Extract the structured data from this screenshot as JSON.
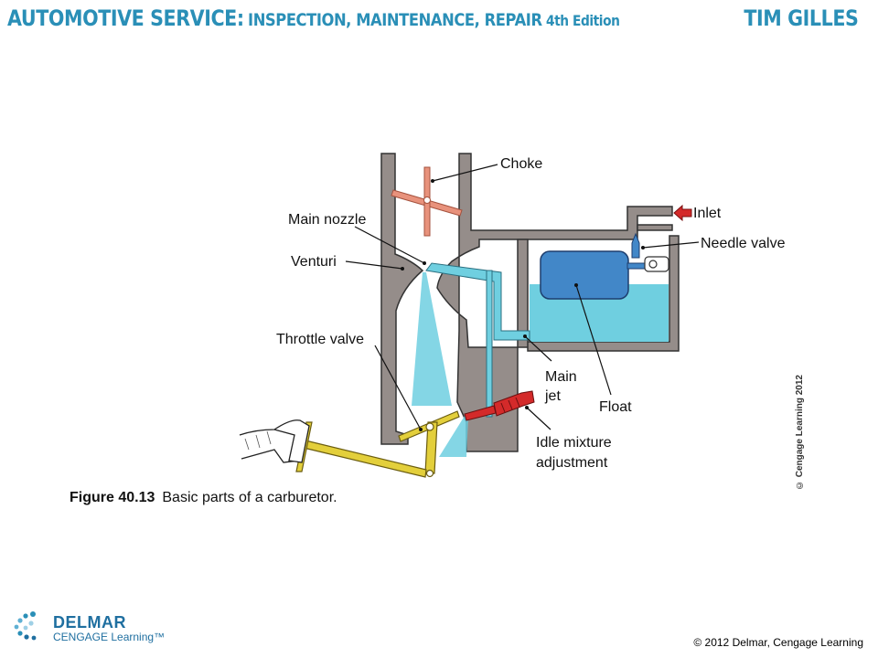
{
  "header": {
    "series_title_main": "AUTOMOTIVE SERVICE:",
    "series_title_sub": "INSPECTION, MAINTENANCE, REPAIR",
    "edition": "4th Edition",
    "author": "TIM GILLES"
  },
  "figure": {
    "labels": {
      "choke": "Choke",
      "main_nozzle": "Main nozzle",
      "venturi": "Venturi",
      "throttle_valve": "Throttle valve",
      "inlet": "Inlet",
      "needle_valve": "Needle valve",
      "main_jet_line1": "Main",
      "main_jet_line2": "jet",
      "float": "Float",
      "idle_mixture_line1": "Idle mixture",
      "idle_mixture_line2": "adjustment"
    },
    "caption_number": "Figure 40.13",
    "caption_text": "Basic parts of a carburetor.",
    "watermark": "© Cengage Learning 2012"
  },
  "footer": {
    "logo_name": "DELMAR",
    "logo_sub": "CENGAGE Learning™",
    "copyright": "© 2012 Delmar, Cengage Learning"
  },
  "colors": {
    "brand_blue": "#2a8fb7",
    "body_gray": "#958d8a",
    "fuel_blue": "#6fcfe0",
    "float_blue": "#4287c8",
    "choke_salmon": "#e8927c",
    "linkage_yellow": "#e3cf3b",
    "arrow_red": "#d42a2a"
  }
}
